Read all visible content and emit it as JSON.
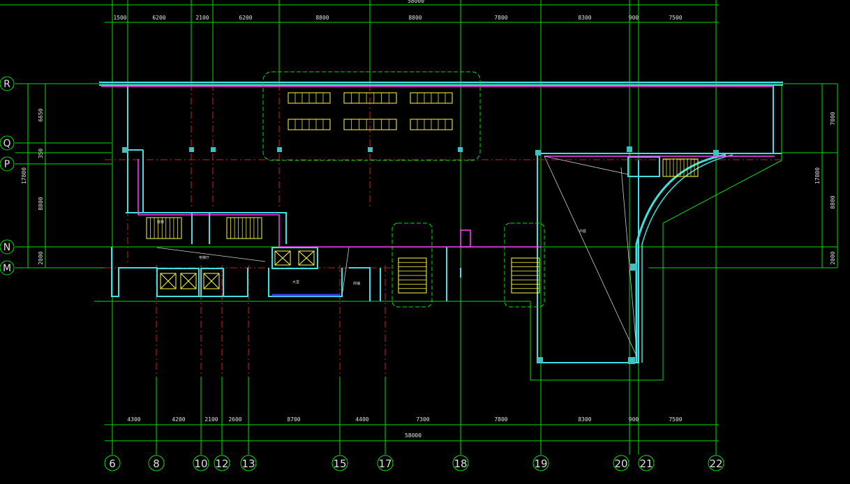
{
  "drawing": {
    "colors": {
      "background": "#000000",
      "grid": "#00ff00",
      "axis_center": "#ff3030",
      "wall_cyan": "#40e0e0",
      "wall_white": "#e0e0e0",
      "magenta": "#ff40ff",
      "yellow": "#ffff40",
      "blue": "#3040ff",
      "text": "#ffffff"
    },
    "top_overall": "58000",
    "top_spans": [
      "1500",
      "6200",
      "2100",
      "6200",
      "8800",
      "8800",
      "7800",
      "8300",
      "900",
      "7500"
    ],
    "bottom_spans": [
      "4300",
      "4200",
      "2100",
      "2600",
      "8700",
      "4400",
      "7300",
      "7800",
      "8300",
      "900",
      "7500"
    ],
    "bottom_overall": "58000",
    "column_axes": [
      "6",
      "8",
      "10",
      "12",
      "13",
      "15",
      "17",
      "18",
      "19",
      "20",
      "21",
      "22"
    ],
    "row_axes": [
      "R",
      "Q",
      "P",
      "N",
      "M"
    ],
    "left_dims": [
      "6650",
      "350",
      "8800",
      "2000"
    ],
    "left_overall": "17800",
    "right_dims": [
      "7000",
      "8800",
      "2000"
    ],
    "right_overall": "17800",
    "rooms": {
      "hall": "大堂",
      "store": "商铺",
      "atrium": "中庭",
      "stair": "楼梯",
      "elev": "电梯厅"
    }
  }
}
